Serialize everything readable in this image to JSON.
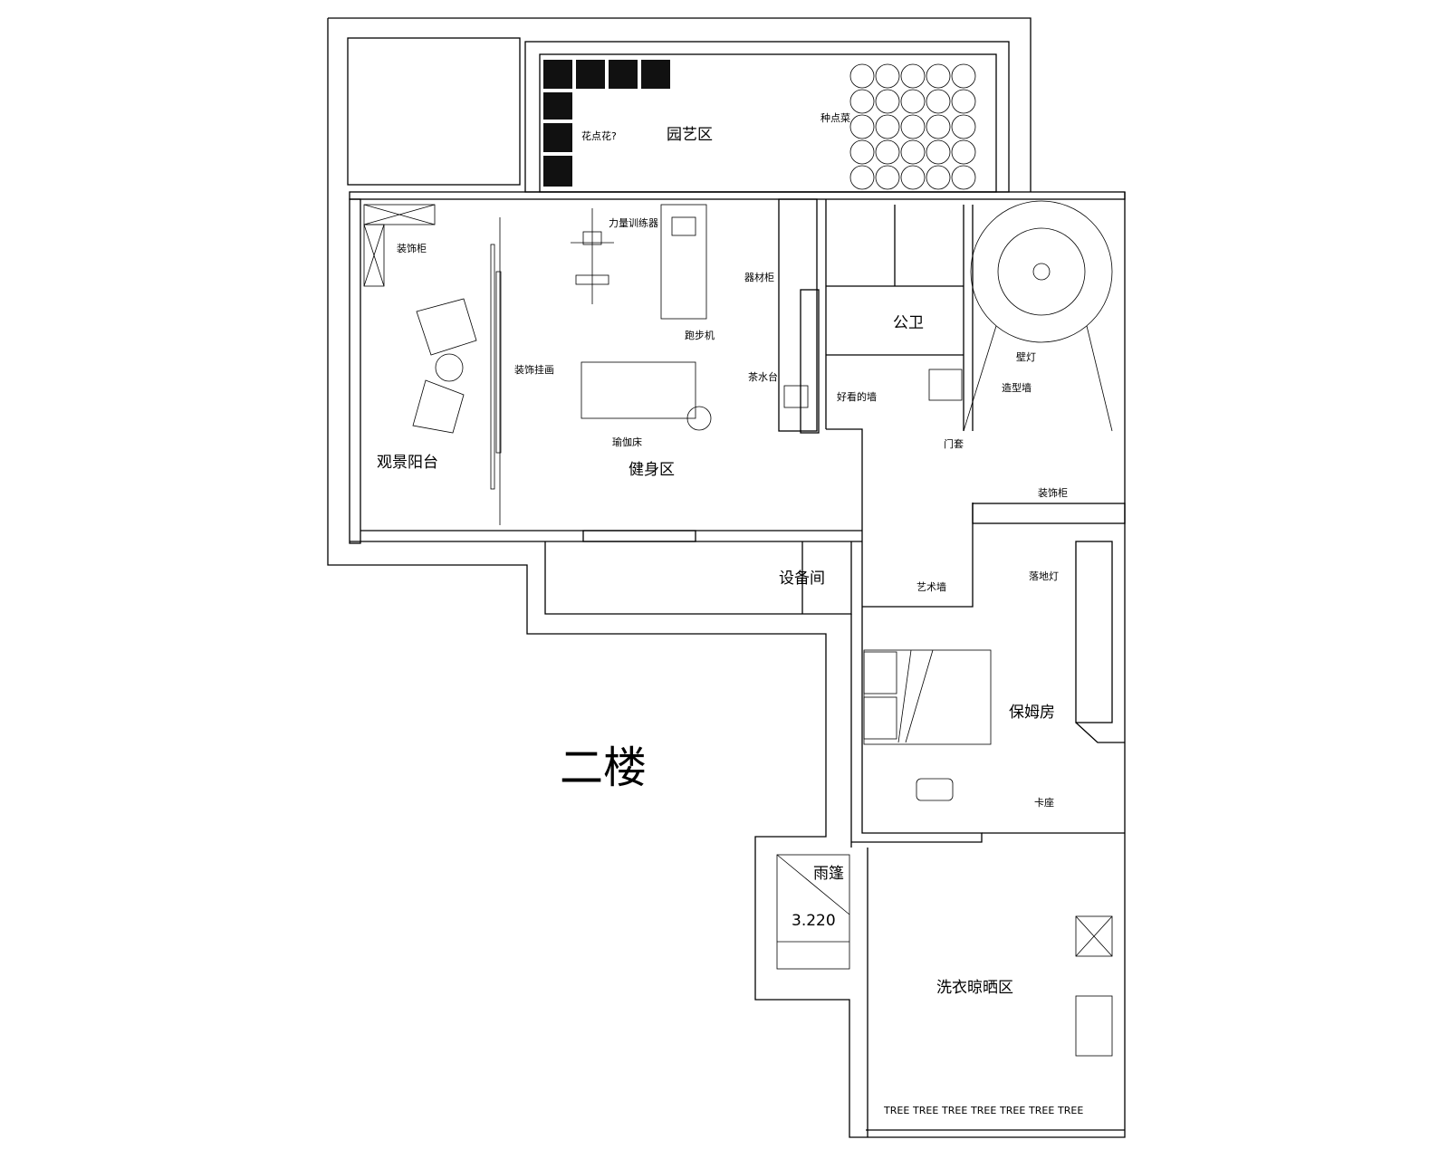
{
  "floor_title": "二楼",
  "rooms": {
    "garden": "园艺区",
    "view_balcony": "观景阳台",
    "fitness": "健身区",
    "equipment_room": "设备间",
    "public_bath": "公卫",
    "nanny_room": "保姆房",
    "laundry": "洗衣晾晒区",
    "canopy": "雨篷"
  },
  "annotations": {
    "flowers": "花点花?",
    "vegetables": "种点菜",
    "strength_trainer": "力量训练器",
    "deco_cabinet_1": "装饰柜",
    "equipment_cabinet": "器材柜",
    "treadmill": "跑步机",
    "deco_painting": "装饰挂画",
    "yoga_bed": "瑜伽床",
    "tea_station": "茶水台",
    "nice_wall": "好看的墙",
    "wall_lamp": "壁灯",
    "feature_wall": "造型墙",
    "door_frame": "门套",
    "deco_cabinet_2": "装饰柜",
    "art_wall": "艺术墙",
    "floor_lamp": "落地灯",
    "booth_seat": "卡座",
    "tree_label": "TREE"
  },
  "elevation": "3.220"
}
